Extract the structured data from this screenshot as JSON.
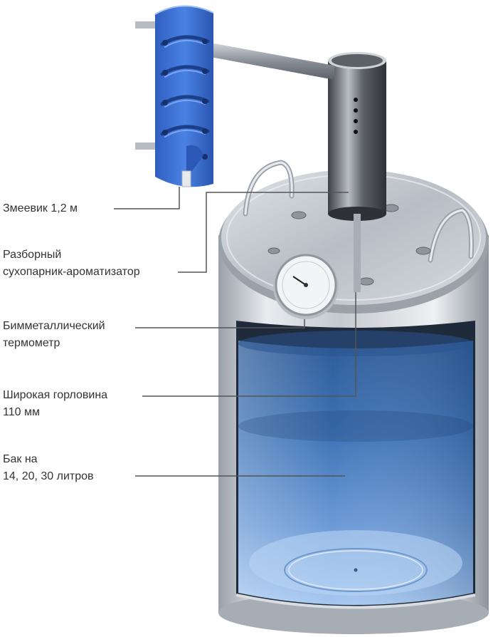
{
  "labels": {
    "coil": {
      "lines": [
        "Змеевик 1,2 м"
      ]
    },
    "steamer": {
      "lines": [
        "Разборный",
        "сухопарник-ароматизатор"
      ]
    },
    "thermometer": {
      "lines": [
        "Бимметаллический",
        "термометр"
      ]
    },
    "neck": {
      "lines": [
        "Широкая горловина",
        "110 мм"
      ]
    },
    "tank": {
      "lines": [
        "Бак на",
        "14, 20, 30 литров"
      ]
    }
  },
  "colors": {
    "steel_light": "#e6e9ec",
    "steel_mid": "#b3b9c0",
    "steel_dark": "#7d858e",
    "water_top": "#2f5f9c",
    "water_bottom": "#8fb8ea",
    "coil_blue": "#3b6fd1",
    "leader_line": "#555555",
    "text": "#333333"
  }
}
